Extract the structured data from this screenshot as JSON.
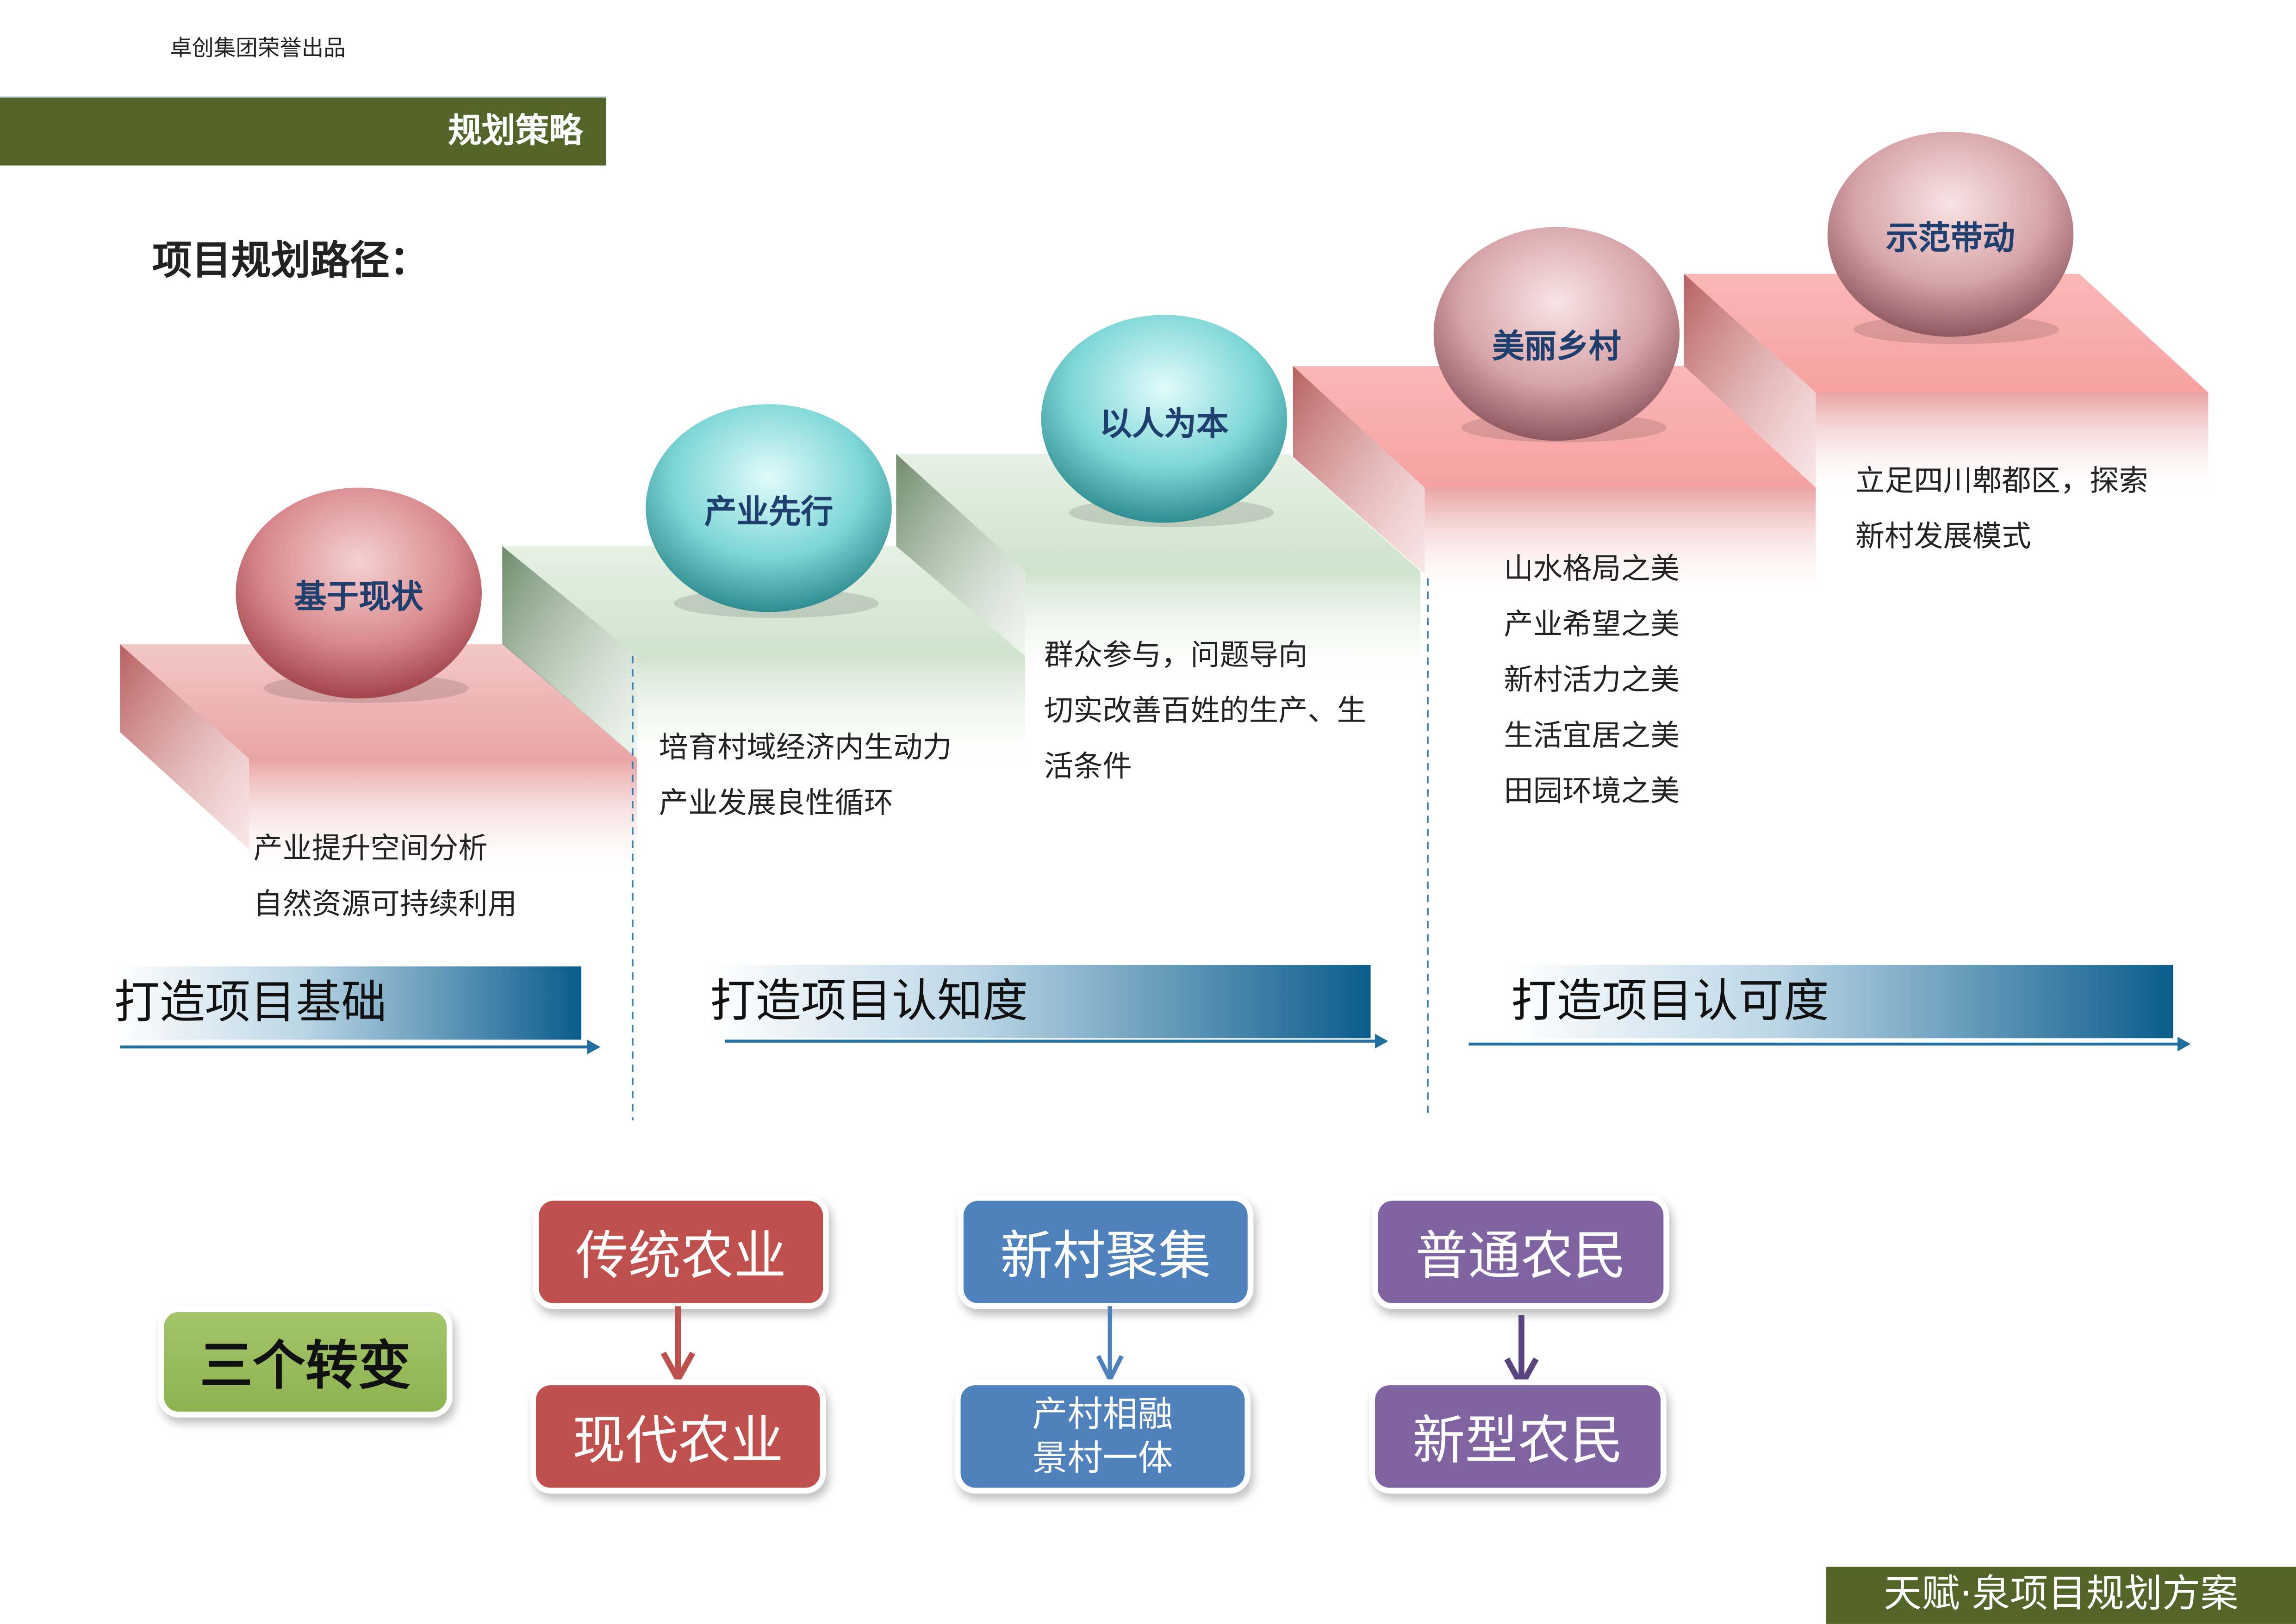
{
  "header": {
    "company": "卓创集团荣誉出品",
    "section_tag": "规划策略"
  },
  "title": "项目规划路径：",
  "steps": [
    {
      "label": "基于现状",
      "lines": [
        "产业提升空间分析",
        "自然资源可持续利用"
      ]
    },
    {
      "label": "产业先行",
      "lines": [
        "培育村域经济内生动力",
        "产业发展良性循环"
      ]
    },
    {
      "label": "以人为本",
      "lines": [
        "群众参与，问题导向",
        "切实改善百姓的生产、生",
        "活条件"
      ]
    },
    {
      "label": "美丽乡村",
      "lines": [
        "山水格局之美",
        "产业希望之美",
        "新村活力之美",
        "生活宜居之美",
        "田园环境之美"
      ]
    },
    {
      "label": "示范带动",
      "lines": [
        "立足四川郫都区，探索",
        "新村发展模式"
      ]
    }
  ],
  "phases": [
    "打造项目基础",
    "打造项目认知度",
    "打造项目认可度"
  ],
  "transformations": {
    "title": "三个转变",
    "pairs": [
      {
        "from": "传统农业",
        "to": [
          "现代农业"
        ],
        "color": "#c0504d",
        "arrow": "#c0504d"
      },
      {
        "from": "新村聚集",
        "to": [
          "产村相融",
          "景村一体"
        ],
        "color": "#4f81bd",
        "arrow": "#4f81bd"
      },
      {
        "from": "普通农民",
        "to": [
          "新型农民"
        ],
        "color": "#8064a2",
        "arrow": "#5b4580"
      }
    ]
  },
  "footer": "天赋·泉项目规划方案"
}
